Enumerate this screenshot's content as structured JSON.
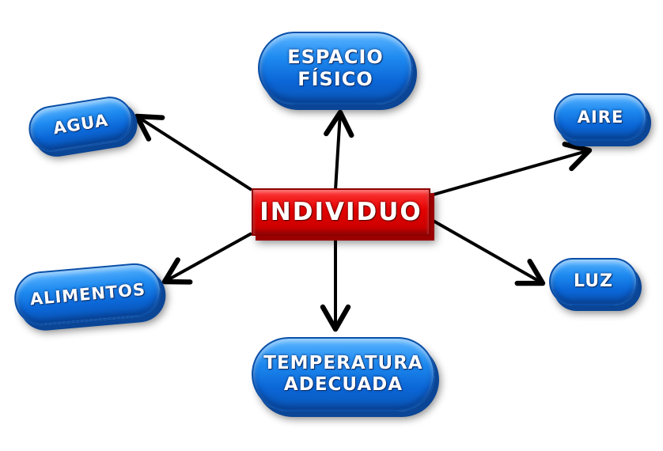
{
  "center": {
    "label": "INDIVIDUO"
  },
  "nodes": {
    "espacio": {
      "label": "ESPACIO\nFÍSICO"
    },
    "agua": {
      "label": "AGUA"
    },
    "aire": {
      "label": "AIRE"
    },
    "alimentos": {
      "label": "ALIMENTOS"
    },
    "luz": {
      "label": "LUZ"
    },
    "temperatura": {
      "label": "TEMPERATURA\nADECUADA"
    }
  },
  "colors": {
    "center_fill": "#e60000",
    "node_fill": "#1e8af0",
    "arrow": "#000000",
    "label_text": "#ffffff"
  }
}
